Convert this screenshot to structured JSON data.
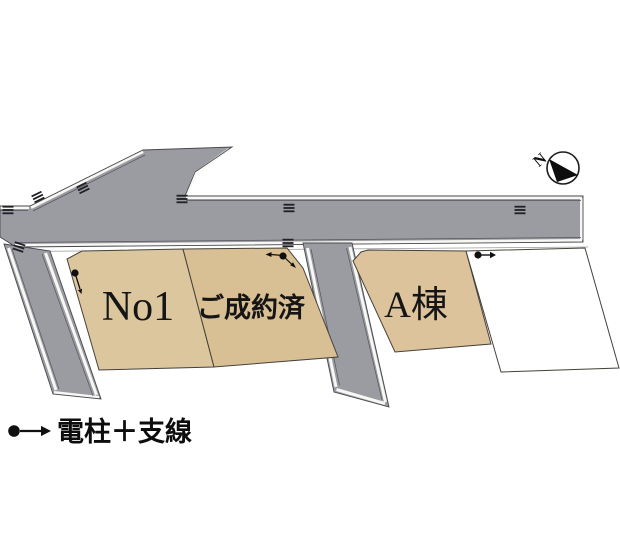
{
  "colors": {
    "road_fill": "#9b9ca2",
    "lot_fill": "#dcc69e",
    "lot_sold_fill": "#d9c094",
    "lot_a_fill": "#dcc39b",
    "lot_vacant_fill": "#ffffff",
    "sold_text": "#8e1b1b"
  },
  "lots": [
    {
      "id": "no1",
      "label": "No1"
    },
    {
      "id": "sold",
      "label": "ご成約済"
    },
    {
      "id": "a-building",
      "label": "A棟"
    },
    {
      "id": "vacant",
      "label": ""
    }
  ],
  "compass": {
    "label": "N"
  },
  "legend": {
    "label": "電柱＋支線"
  }
}
